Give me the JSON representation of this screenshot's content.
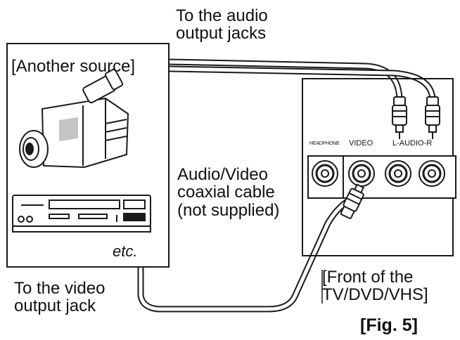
{
  "labels": {
    "audio_output": [
      "To the audio",
      "output jacks"
    ],
    "another_source": "[Another source]",
    "etc": "etc.",
    "av_cable": [
      "Audio/Video",
      "coaxial cable",
      "(not supplied)"
    ],
    "video_output": [
      "To the video",
      "output jack"
    ],
    "front_of_tv": [
      "[Front of the",
      "TV/DVD/VHS]"
    ],
    "figure": "[Fig. 5]"
  },
  "panel": {
    "headphone": "HEADPHONE",
    "video": "VIDEO",
    "audio": "L-AUDIO-R"
  },
  "colors": {
    "line": "#1a1a1a",
    "background": "#ffffff"
  }
}
